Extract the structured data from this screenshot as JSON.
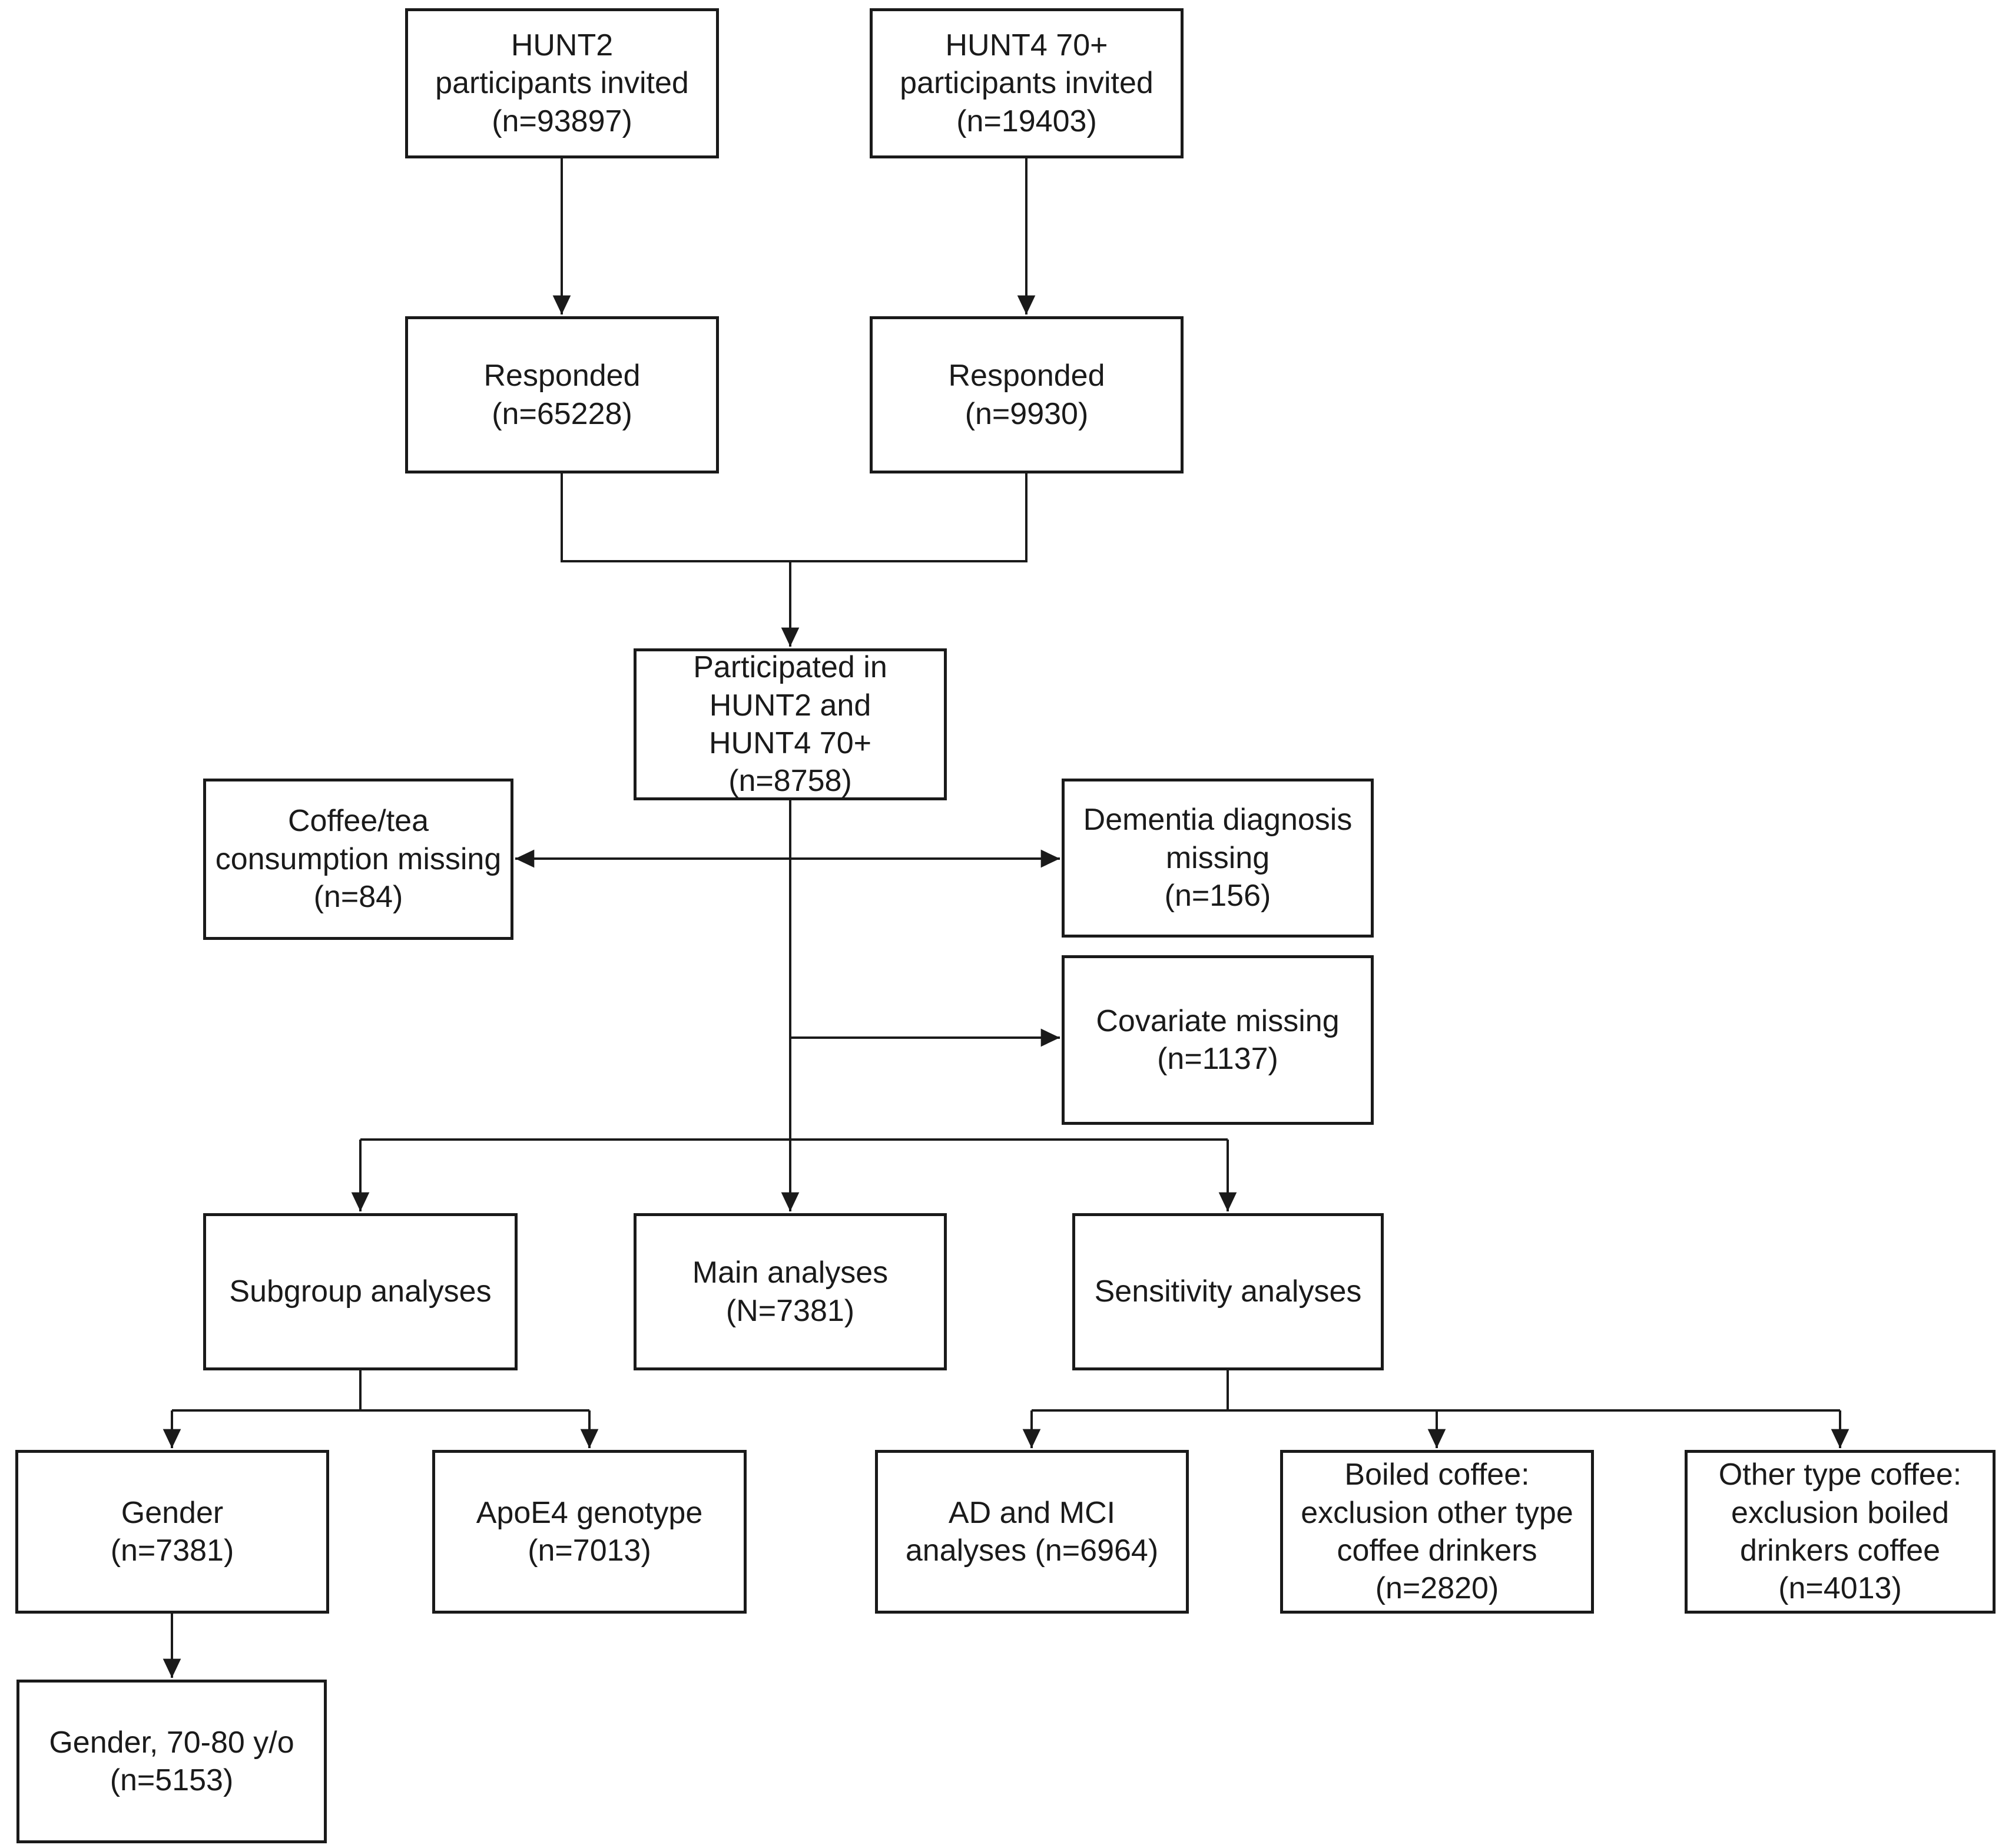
{
  "diagram": {
    "type": "flowchart",
    "boxes": {
      "hunt2_invited": {
        "text": "HUNT2\nparticipants invited\n(n=93897)"
      },
      "hunt4_invited": {
        "text": "HUNT4 70+\nparticipants invited\n(n=19403)"
      },
      "responded_hunt2": {
        "text": "Responded\n(n=65228)"
      },
      "responded_hunt4": {
        "text": "Responded\n(n=9930)"
      },
      "participated_both": {
        "text": "Participated in\nHUNT2 and\nHUNT4 70+\n(n=8758)"
      },
      "coffee_tea_missing": {
        "text": "Coffee/tea\nconsumption missing\n(n=84)"
      },
      "dementia_missing": {
        "text": "Dementia diagnosis\nmissing\n(n=156)"
      },
      "covariate_missing": {
        "text": "Covariate missing\n(n=1137)"
      },
      "subgroup_analyses": {
        "text": "Subgroup analyses"
      },
      "main_analyses": {
        "text": "Main analyses\n(N=7381)"
      },
      "sensitivity_analyses": {
        "text": "Sensitivity analyses"
      },
      "gender": {
        "text": "Gender\n(n=7381)"
      },
      "apoe4_genotype": {
        "text": "ApoE4 genotype\n(n=7013)"
      },
      "ad_mci": {
        "text": "AD and MCI\nanalyses (n=6964)"
      },
      "boiled_coffee": {
        "text": "Boiled coffee:\nexclusion other type\ncoffee drinkers\n(n=2820)"
      },
      "other_type_coffee": {
        "text": "Other type coffee:\nexclusion boiled\ndrinkers coffee\n(n=4013)"
      },
      "gender_70_80": {
        "text": "Gender, 70-80 y/o\n(n=5153)"
      }
    },
    "edges": [
      {
        "from": "hunt2_invited",
        "to": "responded_hunt2",
        "arrow": "end"
      },
      {
        "from": "hunt4_invited",
        "to": "responded_hunt4",
        "arrow": "end"
      },
      {
        "from": "responded_hunt2 + responded_hunt4",
        "to": "participated_both",
        "arrow": "end"
      },
      {
        "from": "participated_both",
        "to": "coffee_tea_missing",
        "arrow": "both-exclusion"
      },
      {
        "from": "participated_both",
        "to": "dementia_missing",
        "arrow": "both-exclusion"
      },
      {
        "from": "participated_both",
        "to": "covariate_missing",
        "arrow": "end"
      },
      {
        "from": "participated_both",
        "to": "subgroup_analyses",
        "arrow": "end"
      },
      {
        "from": "participated_both",
        "to": "main_analyses",
        "arrow": "end"
      },
      {
        "from": "participated_both",
        "to": "sensitivity_analyses",
        "arrow": "end"
      },
      {
        "from": "subgroup_analyses",
        "to": "gender",
        "arrow": "end"
      },
      {
        "from": "subgroup_analyses",
        "to": "apoe4_genotype",
        "arrow": "end"
      },
      {
        "from": "sensitivity_analyses",
        "to": "ad_mci",
        "arrow": "end"
      },
      {
        "from": "sensitivity_analyses",
        "to": "boiled_coffee",
        "arrow": "end"
      },
      {
        "from": "sensitivity_analyses",
        "to": "other_type_coffee",
        "arrow": "end"
      },
      {
        "from": "gender",
        "to": "gender_70_80",
        "arrow": "end"
      }
    ],
    "colors": {
      "line": "#1a1a1a",
      "box_border": "#1a1a1a",
      "text": "#1a1a1a",
      "background": "#ffffff"
    }
  }
}
